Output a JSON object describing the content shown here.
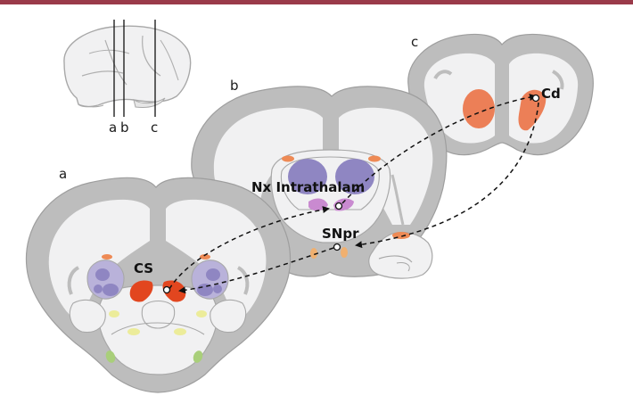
{
  "colors": {
    "top_band": "#9a3a4a",
    "cortex_gray": "#bdbdbd",
    "cortex_edge": "#9e9e9e",
    "white_matter": "#f1f1f2",
    "outline": "#a8a8a8",
    "caudate_orange": "#ec7f57",
    "colliculus_red": "#e2461f",
    "thalamus_purple": "#8f86c2",
    "thalamus_light": "#b9b2da",
    "intralaminar_pink": "#c98ad0",
    "small_orange": "#ee8a55",
    "yellow_nuclei": "#ecec9a",
    "green_nuclei": "#a9cf7a",
    "arrow": "#111111"
  },
  "icons": {
    "brain_lateral": "brain-lateral-view-icon"
  },
  "labels": {
    "section_a": "a",
    "section_b": "b",
    "section_c": "c",
    "cut_a": "a",
    "cut_b": "b",
    "cut_c": "c",
    "cs": "CS",
    "nx_intrathalam": "Nx Intrathalam",
    "snpr": "SNpr",
    "cd": "Cd"
  }
}
